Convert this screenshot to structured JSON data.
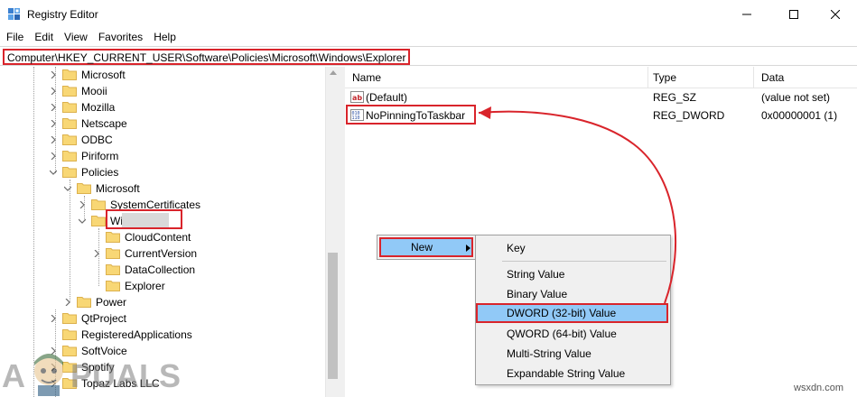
{
  "window": {
    "title": "Registry Editor",
    "controls": {
      "minimize": "minimize",
      "maximize": "maximize",
      "close": "close"
    }
  },
  "menu": [
    "File",
    "Edit",
    "View",
    "Favorites",
    "Help"
  ],
  "address": "Computer\\HKEY_CURRENT_USER\\Software\\Policies\\Microsoft\\Windows\\Explorer",
  "tree": {
    "items": [
      {
        "label": "Microsoft",
        "level": 0,
        "expander": "collapsed"
      },
      {
        "label": "Mooii",
        "level": 0,
        "expander": "collapsed"
      },
      {
        "label": "Mozilla",
        "level": 0,
        "expander": "collapsed"
      },
      {
        "label": "Netscape",
        "level": 0,
        "expander": "collapsed"
      },
      {
        "label": "ODBC",
        "level": 0,
        "expander": "collapsed"
      },
      {
        "label": "Piriform",
        "level": 0,
        "expander": "collapsed"
      },
      {
        "label": "Policies",
        "level": 0,
        "expander": "expanded"
      },
      {
        "label": "Microsoft",
        "level": 1,
        "expander": "expanded"
      },
      {
        "label": "SystemCertificates",
        "level": 2,
        "expander": "collapsed"
      },
      {
        "label": "Windows",
        "level": 2,
        "expander": "expanded"
      },
      {
        "label": "CloudContent",
        "level": 3,
        "expander": "none"
      },
      {
        "label": "CurrentVersion",
        "level": 3,
        "expander": "collapsed"
      },
      {
        "label": "DataCollection",
        "level": 3,
        "expander": "none"
      },
      {
        "label": "Explorer",
        "level": 3,
        "expander": "none",
        "selected": true
      },
      {
        "label": "Power",
        "level": 1,
        "expander": "collapsed"
      },
      {
        "label": "QtProject",
        "level": 0,
        "expander": "collapsed"
      },
      {
        "label": "RegisteredApplications",
        "level": 0,
        "expander": "none"
      },
      {
        "label": "SoftVoice",
        "level": 0,
        "expander": "collapsed"
      },
      {
        "label": "Spotify",
        "level": 0,
        "expander": "collapsed"
      },
      {
        "label": "Topaz Labs LLC",
        "level": 0,
        "expander": "collapsed"
      }
    ]
  },
  "list": {
    "columns": [
      "Name",
      "Type",
      "Data"
    ],
    "rows": [
      {
        "name": "(Default)",
        "type": "REG_SZ",
        "data": "(value not set)",
        "icon": "string-value-icon"
      },
      {
        "name": "NoPinningToTaskbar",
        "type": "REG_DWORD",
        "data": "0x00000001 (1)",
        "icon": "binary-value-icon"
      }
    ]
  },
  "context_menu": {
    "new_label": "New",
    "submenu": [
      "Key",
      "String Value",
      "Binary Value",
      "DWORD (32-bit) Value",
      "QWORD (64-bit) Value",
      "Multi-String Value",
      "Expandable String Value"
    ]
  },
  "watermark": {
    "logo_text": "A PUALS",
    "site": "wsxdn.com"
  },
  "colors": {
    "highlight_red": "#d9242b",
    "menu_hover_blue": "#91c9f7",
    "folder_yellow": "#f8d775",
    "folder_edge": "#dcb14d"
  }
}
